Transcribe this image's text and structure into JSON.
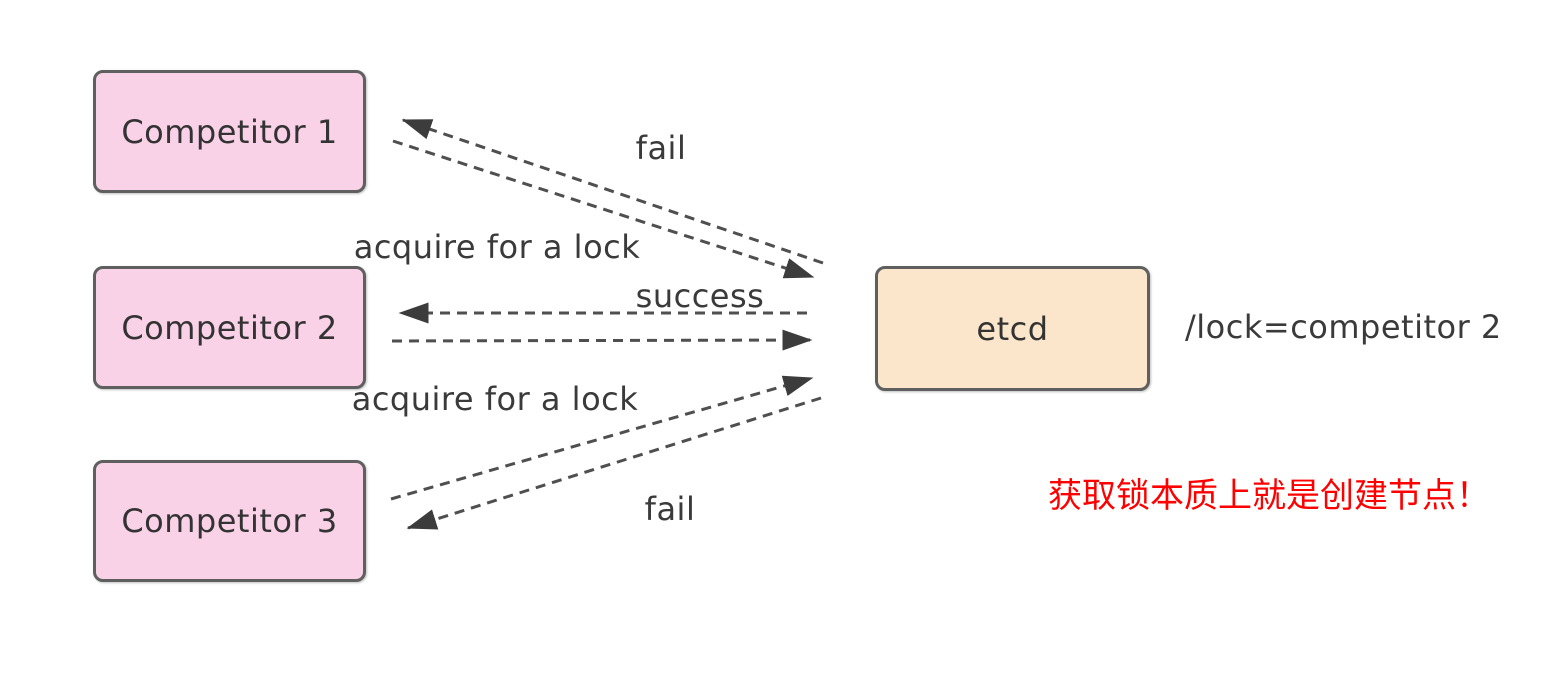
{
  "diagram": {
    "nodes": {
      "competitor1": {
        "label": "Competitor 1"
      },
      "competitor2": {
        "label": "Competitor 2"
      },
      "competitor3": {
        "label": "Competitor 3"
      },
      "etcd": {
        "label": "etcd"
      }
    },
    "edges": {
      "fail_competitor1": {
        "label": "fail",
        "from": "etcd",
        "to": "Competitor 1",
        "style": "dashed-arrow"
      },
      "acquire_competitor1": {
        "label": "acquire for a lock",
        "from": "Competitor 1",
        "to": "etcd",
        "style": "dashed-arrow"
      },
      "success_competitor2": {
        "label": "success",
        "from": "etcd",
        "to": "Competitor 2",
        "style": "dashed-arrow"
      },
      "acquire_competitor2": {
        "label": "acquire for a lock",
        "from": "Competitor 2",
        "to": "etcd",
        "style": "dashed-arrow"
      },
      "acquire_competitor3": {
        "label": "acquire for a lock",
        "from": "Competitor 3",
        "to": "etcd",
        "style": "dashed-arrow"
      },
      "fail_competitor3": {
        "label": "fail",
        "from": "etcd",
        "to": "Competitor 3",
        "style": "dashed-arrow"
      }
    },
    "annotations": {
      "lock_key": "/lock=competitor 2",
      "note": "获取锁本质上就是创建节点！"
    },
    "colors": {
      "competitor_fill": "#fad2e8",
      "etcd_fill": "#fce6cb",
      "node_border": "#5f5f5f",
      "arrow": "#4f4f4f",
      "note_red": "#fe0000"
    }
  }
}
